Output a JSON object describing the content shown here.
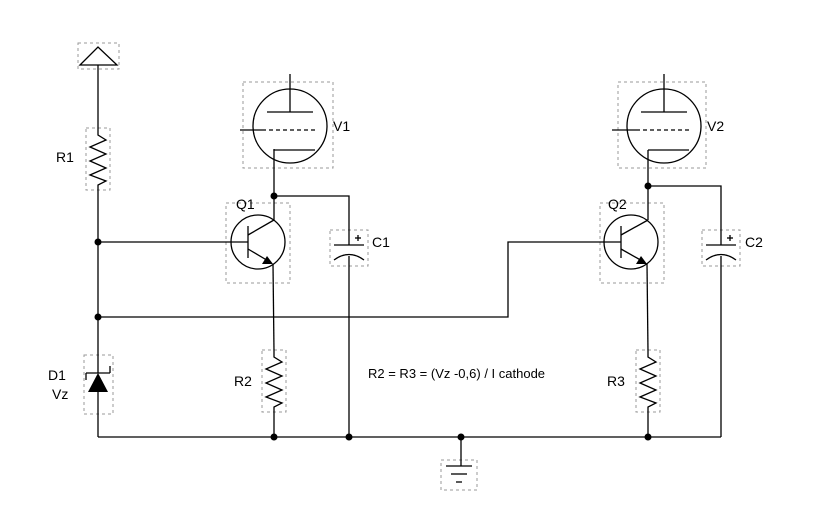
{
  "labels": {
    "r1": "R1",
    "v1": "V1",
    "v2": "V2",
    "q1": "Q1",
    "q2": "Q2",
    "c1": "C1",
    "c2": "C2",
    "d1": "D1",
    "vz": "Vz",
    "r2": "R2",
    "r3": "R3"
  },
  "note": "R2 = R3 = (Vz -0,6) / I cathode"
}
